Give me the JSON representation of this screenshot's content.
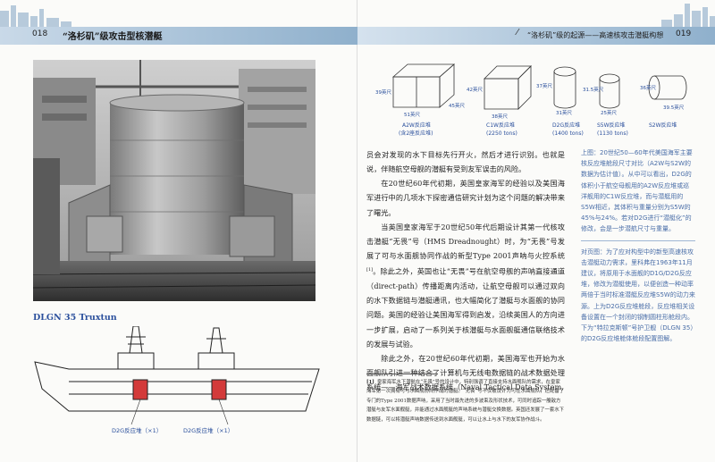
{
  "header": {
    "left_page_number": "018",
    "left_title": "“洛杉矶”级攻击型核潜艇",
    "right_page_number": "019",
    "right_title": "“洛杉矶”级的起源——高速核攻击潜艇构想"
  },
  "figure_drawing": {
    "title": "DLGN 35 Truxtun",
    "callout_left": "D2G反应堆（×1）",
    "callout_right": "D2G反应堆（×1）"
  },
  "reactor_figure": {
    "items": [
      {
        "dims": [
          "39英尺",
          "51英尺",
          "45英尺"
        ],
        "name": "A2W反应堆",
        "note": "(含2座反应堆)"
      },
      {
        "dims": [
          "42英尺",
          "38英尺"
        ],
        "name": "C1W反应堆",
        "note": "(2250 tons)"
      },
      {
        "dims": [
          "37英尺",
          "31英尺"
        ],
        "name": "D2G反应堆",
        "note": "(1400 tons)"
      },
      {
        "dims": [
          "31.5英尺",
          "25英尺"
        ],
        "name": "S5W反应堆",
        "note": "(1130 tons)"
      },
      {
        "dims": [
          "36英尺",
          "39.5英尺"
        ],
        "name": "S2W反应堆",
        "note": ""
      }
    ]
  },
  "body": {
    "p1": "员会对发现的水下目标先行开火，然后才进行识别。也就是说，伴随航空母舰的潜艇有受到友军误击的风险。",
    "p2": "在20世纪60年代初期，英国皇家海军的经验以及美国海军进行中的几项水下探密通信研究计划为这个问题的解决带来了曙光。",
    "p3a": "当英国皇家海军于20世纪50年代后期设计其第一代核攻击潜艇“无畏”号（HMS Dreadnought）时，为“无畏”号发展了可与水面舰协同作战的新型Type 2001声呐与火控系统",
    "p3_ref": "[1]",
    "p3b": "。除此之外，英国也让“无畏”号在航空母舰的声呐直接通道（direct-path）传播距离内活动，让航空母舰可以通过双向的水下数据链与潜艇通讯，也大幅简化了潜艇与水面舰的协同问题。英国的经验让美国海军得到启发，沿续英国人的方向进一步扩展，启动了一系列关于核潜艇与水面舰艇通信联络技术的发展与试验。",
    "p4": "除此之外，在20世纪60年代初期，美国海军也开始为水面舰队引进一种结合了计算机与无线电数据链的战术数据处理系统——海军战术数据系统（Naval Tactical Data System,"
  },
  "sidebar": {
    "note1": "上图：20世纪50—60年代美国海军主要核反应堆舱段尺寸对比（A2W与S2W的数据为估计值）。从中可以看出，D2G的体积小于航空母舰用的A2W反应堆或巡洋舰用的C1W反应堆，而与潜艇用的S5W相近，其体积与重量分别为S5W的45%与24%。若对D2G进行“潜艇化”的修改，会是一步潜航尺寸与重量。",
    "note2": "对页图：为了应对构型中的新型高速核攻击潜艇动力需求，里科弗在1963年11月建议，将原用于水面舰的D1G/D2G反应堆，修改为潜艇使用，以便创造一种动率两倍于当时标准潜艇反应堆S5W的动力来源。上为D2G反应堆舱段，反应堆相关设备设置在一个封闭的钢制圆柱形舱段内。下为“特拉克斯顿”号护卫舰（DLGN 35）的D2G反应堆舱体舱段配置图解。"
  },
  "footnote": {
    "mark": "[1]",
    "text": "皇家海军水下潜航在“无畏”号的设计中，特别强调了直接支持水面舰队的需求，在皇家海军第一次拥有可与水面舰协同作战的潜艇。“无畏”号不仅被设计为可在水面舰队，还配备了专门的Type 2001数据声呐，采用了当时最先进的多波束及形状技术，可同时追踪一艘敌方潜艇与友军水面舰艇，并能通过水面舰艇的声呐系统与潜艇交换数据。英国还发展了一套水下数据链，可以将潜艇声呐数据传送到水面舰艇，可以让水上与水下的友军协作战斗。"
  },
  "colors": {
    "header_band": "#8fb0cc",
    "accent_blue": "#2a4f9c",
    "sidebar_text": "#4a6ea8",
    "reactor_red": "#d33a3a"
  }
}
